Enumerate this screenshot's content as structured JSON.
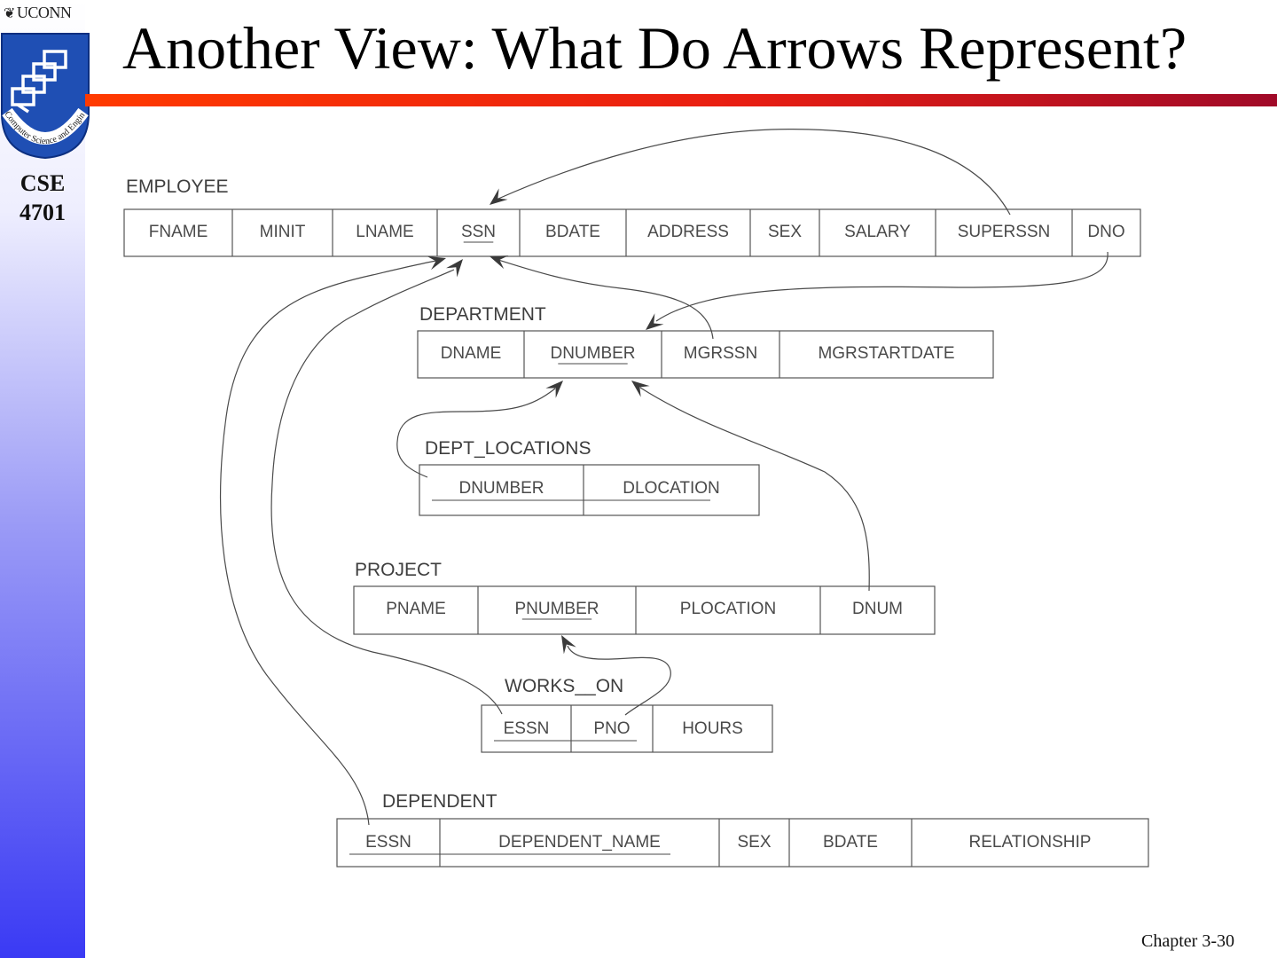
{
  "slide": {
    "title": "Another View: What Do Arrows Represent?",
    "course_line1": "CSE",
    "course_line2": "4701",
    "uconn_wordmark": "UCONN",
    "logo_ring_text": "Computer Science and Engineering",
    "footer": "Chapter 3-30"
  },
  "diagram": {
    "tables": {
      "employee": {
        "name": "EMPLOYEE",
        "columns": [
          "FNAME",
          "MINIT",
          "LNAME",
          "SSN",
          "BDATE",
          "ADDRESS",
          "SEX",
          "SALARY",
          "SUPERSSN",
          "DNO"
        ],
        "primary_key": [
          "SSN"
        ]
      },
      "department": {
        "name": "DEPARTMENT",
        "columns": [
          "DNAME",
          "DNUMBER",
          "MGRSSN",
          "MGRSTARTDATE"
        ],
        "primary_key": [
          "DNUMBER"
        ]
      },
      "dept_locations": {
        "name": "DEPT_LOCATIONS",
        "columns": [
          "DNUMBER",
          "DLOCATION"
        ],
        "primary_key": [
          "DNUMBER",
          "DLOCATION"
        ]
      },
      "project": {
        "name": "PROJECT",
        "columns": [
          "PNAME",
          "PNUMBER",
          "PLOCATION",
          "DNUM"
        ],
        "primary_key": [
          "PNUMBER"
        ]
      },
      "works_on": {
        "name": "WORKS__ON",
        "columns": [
          "ESSN",
          "PNO",
          "HOURS"
        ],
        "primary_key": [
          "ESSN",
          "PNO"
        ]
      },
      "dependent": {
        "name": "DEPENDENT",
        "columns": [
          "ESSN",
          "DEPENDENT_NAME",
          "SEX",
          "BDATE",
          "RELATIONSHIP"
        ],
        "primary_key": [
          "ESSN",
          "DEPENDENT_NAME"
        ]
      }
    },
    "references": [
      {
        "from": "EMPLOYEE.SUPERSSN",
        "to": "EMPLOYEE.SSN"
      },
      {
        "from": "EMPLOYEE.DNO",
        "to": "DEPARTMENT.DNUMBER"
      },
      {
        "from": "DEPARTMENT.MGRSSN",
        "to": "EMPLOYEE.SSN"
      },
      {
        "from": "DEPT_LOCATIONS.DNUMBER",
        "to": "DEPARTMENT.DNUMBER"
      },
      {
        "from": "PROJECT.DNUM",
        "to": "DEPARTMENT.DNUMBER"
      },
      {
        "from": "WORKS__ON.PNO",
        "to": "PROJECT.PNUMBER"
      },
      {
        "from": "WORKS__ON.ESSN",
        "to": "EMPLOYEE.SSN"
      },
      {
        "from": "DEPENDENT.ESSN",
        "to": "EMPLOYEE.SSN"
      }
    ],
    "line_color": "#4a4a4a",
    "arrow_color": "#3a3a3a"
  }
}
